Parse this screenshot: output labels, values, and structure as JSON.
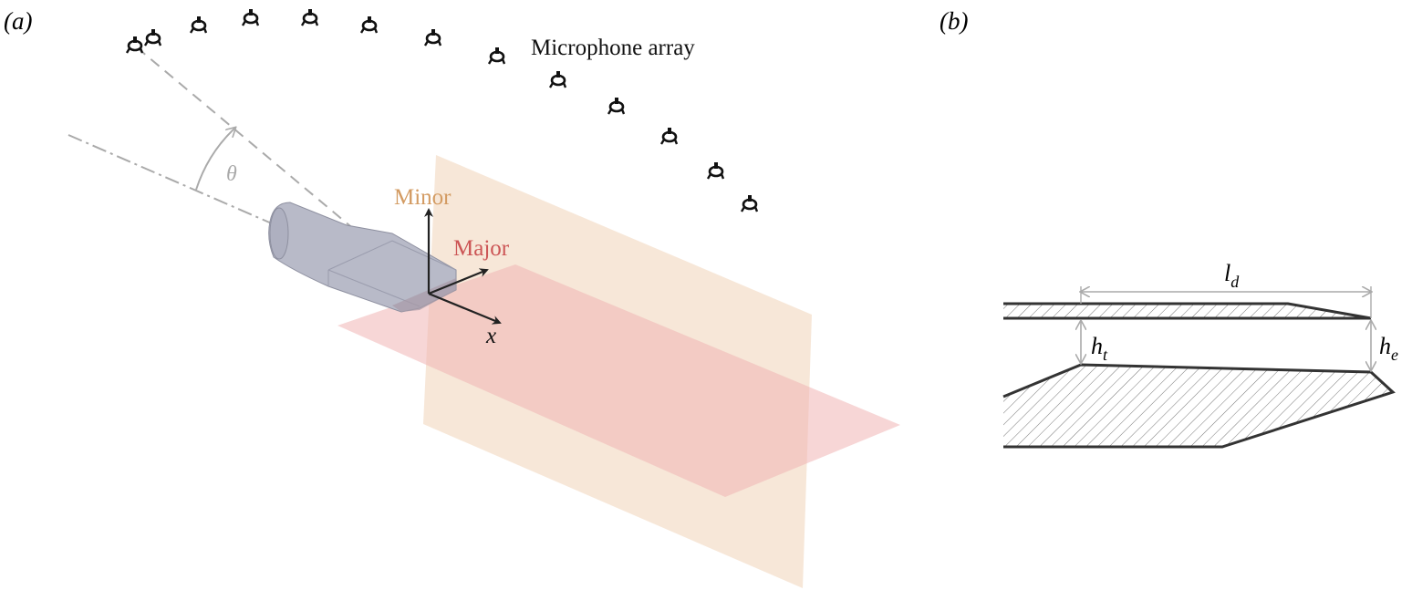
{
  "panel_a": {
    "label": "(a)",
    "mic_label": "Microphone array",
    "theta_label": "θ",
    "minor_label": "Minor",
    "major_label": "Major",
    "x_label": "x",
    "colors": {
      "minor": "#d39b62",
      "major": "#cc5555",
      "minor_plane": "#f6e4d4",
      "major_plane": "#f2c0c0",
      "guide": "#aaaaaa"
    }
  },
  "panel_b": {
    "label": "(b)",
    "ld_label": "l",
    "ld_sub": "d",
    "ht_label": "h",
    "ht_sub": "t",
    "he_label": "h",
    "he_sub": "e"
  }
}
